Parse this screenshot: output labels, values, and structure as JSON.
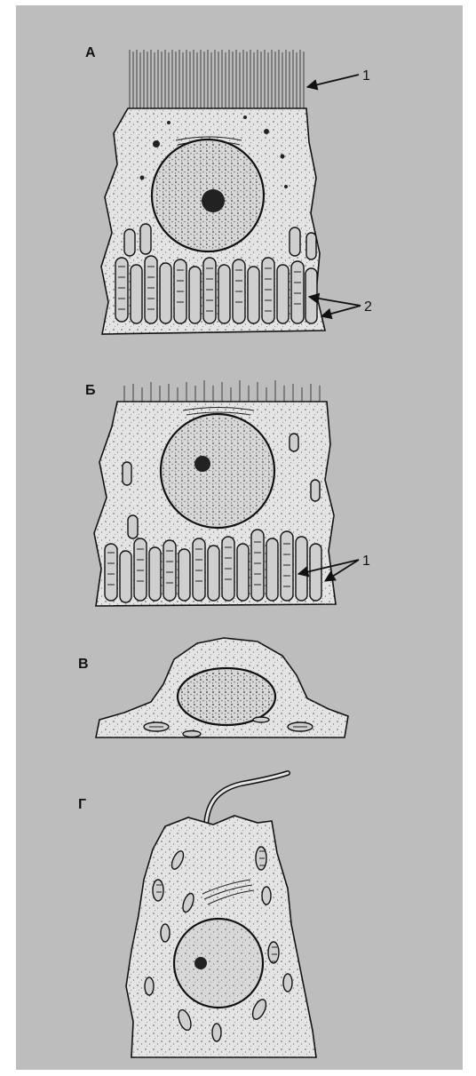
{
  "panels": [
    {
      "label": "А",
      "callouts": [
        "1",
        "2"
      ]
    },
    {
      "label": "Б",
      "callouts": [
        "1"
      ]
    },
    {
      "label": "В",
      "callouts": []
    },
    {
      "label": "Г",
      "callouts": []
    }
  ],
  "colors": {
    "background": "#bdbdbd",
    "cell_fill": "#e4e4e4",
    "ink": "#111111"
  }
}
